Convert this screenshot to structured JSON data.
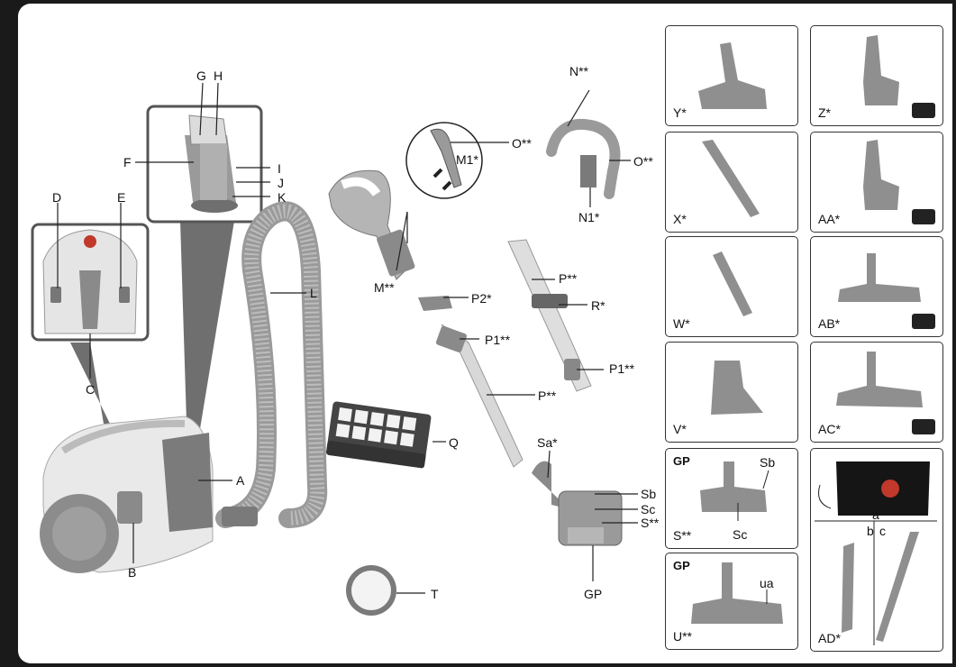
{
  "labels": {
    "A": "A",
    "B": "B",
    "C": "C",
    "D": "D",
    "E": "E",
    "F": "F",
    "G": "G",
    "H": "H",
    "I": "I",
    "J": "J",
    "K": "K",
    "L": "L",
    "M": "M**",
    "M1": "M1*",
    "N": "N**",
    "N1": "N1*",
    "O_left": "O**",
    "O_right": "O**",
    "P_left": "P**",
    "P_right": "P**",
    "P1_left": "P1**",
    "P1_right": "P1**",
    "P2": "P2*",
    "Q": "Q",
    "R": "R*",
    "Sa": "Sa*",
    "Sb": "Sb",
    "Sc": "Sc",
    "S": "S**",
    "GP": "GP",
    "T": "T"
  },
  "accessories": [
    {
      "id": "Y",
      "label": "Y*"
    },
    {
      "id": "Z",
      "label": "Z*",
      "badge": "paw-icon"
    },
    {
      "id": "X",
      "label": "X*"
    },
    {
      "id": "AA",
      "label": "AA*",
      "badge": "mite-icon"
    },
    {
      "id": "W",
      "label": "W*"
    },
    {
      "id": "AB",
      "label": "AB*",
      "badge": "parquet-icon"
    },
    {
      "id": "V",
      "label": "V*"
    },
    {
      "id": "AC",
      "label": "AC*",
      "badge": "parquet-icon"
    },
    {
      "id": "S_box",
      "label": "S**",
      "gp": "GP",
      "sub": [
        "Sb",
        "Sc"
      ]
    },
    {
      "id": "bag",
      "sub": [
        "a",
        "b",
        "c"
      ],
      "label": "AD*"
    },
    {
      "id": "U",
      "label": "U**",
      "gp": "GP",
      "sub": [
        "ua"
      ]
    }
  ],
  "colors": {
    "body": "#e8e8e8",
    "dark_grey": "#7a7a7a",
    "mid_grey": "#a8a8a8",
    "light_grey": "#d4d4d4",
    "accent_red": "#c0392b"
  }
}
